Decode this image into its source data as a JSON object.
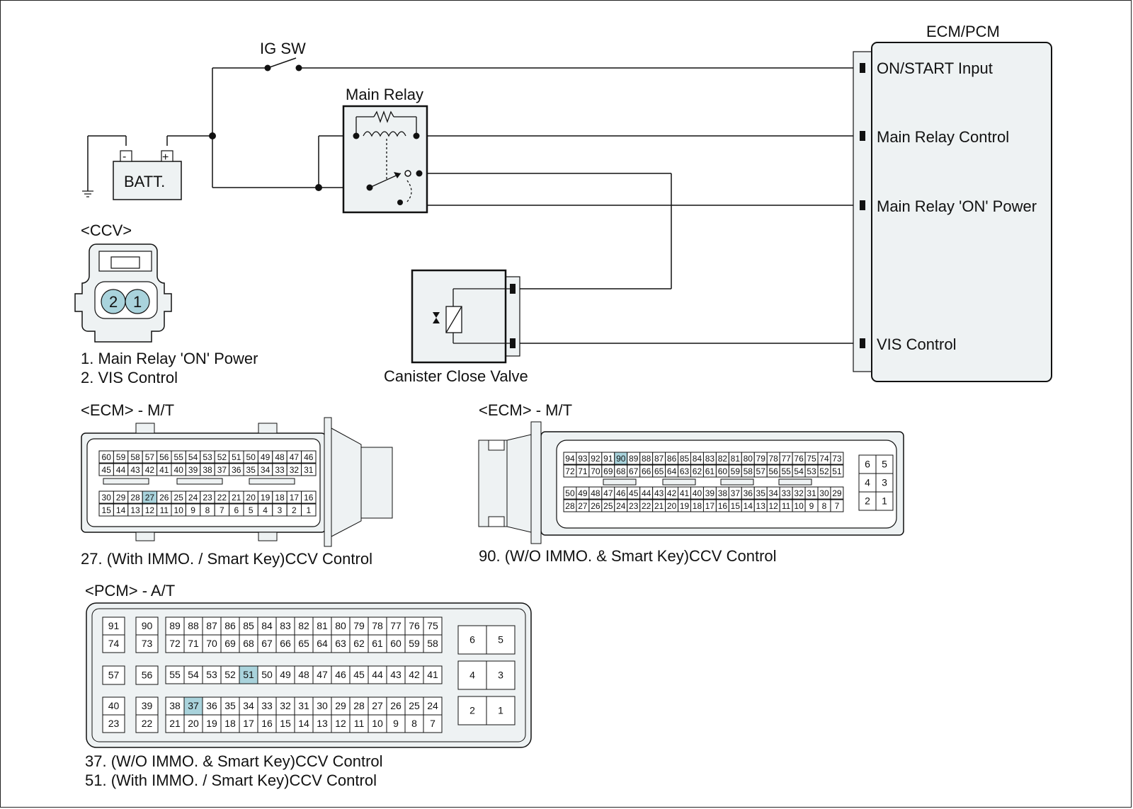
{
  "labels": {
    "ig_sw": "IG SW",
    "main_relay": "Main Relay",
    "batt": "BATT.",
    "batt_neg": "-",
    "batt_pos": "+",
    "ecm_pcm": "ECM/PCM",
    "on_start_input": "ON/START Input",
    "main_relay_control": "Main Relay Control",
    "main_relay_on_power": "Main Relay 'ON' Power",
    "vis_control": "VIS Control",
    "canister_close_valve": "Canister Close Valve"
  },
  "ccv_connector": {
    "title": "<CCV>",
    "pins": [
      "2",
      "1"
    ],
    "legend": [
      "1. Main Relay 'ON' Power",
      "2. VIS Control"
    ]
  },
  "ecm_mt_left": {
    "title": "<ECM> - M/T",
    "rows": [
      [
        "60",
        "59",
        "58",
        "57",
        "56",
        "55",
        "54",
        "53",
        "52",
        "51",
        "50",
        "49",
        "48",
        "47",
        "46"
      ],
      [
        "45",
        "44",
        "43",
        "42",
        "41",
        "40",
        "39",
        "38",
        "37",
        "36",
        "35",
        "34",
        "33",
        "32",
        "31"
      ],
      [
        "30",
        "29",
        "28",
        "27",
        "26",
        "25",
        "24",
        "23",
        "22",
        "21",
        "20",
        "19",
        "18",
        "17",
        "16"
      ],
      [
        "15",
        "14",
        "13",
        "12",
        "11",
        "10",
        "9",
        "8",
        "7",
        "6",
        "5",
        "4",
        "3",
        "2",
        "1"
      ]
    ],
    "highlight": "27",
    "note": "27. (With IMMO. / Smart Key)CCV Control"
  },
  "ecm_mt_right": {
    "title": "<ECM> - M/T",
    "rows": [
      [
        "94",
        "93",
        "92",
        "91",
        "90",
        "89",
        "88",
        "87",
        "86",
        "85",
        "84",
        "83",
        "82",
        "81",
        "80",
        "79",
        "78",
        "77",
        "76",
        "75",
        "74",
        "73"
      ],
      [
        "72",
        "71",
        "70",
        "69",
        "68",
        "67",
        "66",
        "65",
        "64",
        "63",
        "62",
        "61",
        "60",
        "59",
        "58",
        "57",
        "56",
        "55",
        "54",
        "53",
        "52",
        "51"
      ],
      [
        "50",
        "49",
        "48",
        "47",
        "46",
        "45",
        "44",
        "43",
        "42",
        "41",
        "40",
        "39",
        "38",
        "37",
        "36",
        "35",
        "34",
        "33",
        "32",
        "31",
        "30",
        "29"
      ],
      [
        "28",
        "27",
        "26",
        "25",
        "24",
        "23",
        "22",
        "21",
        "20",
        "19",
        "18",
        "17",
        "16",
        "15",
        "14",
        "13",
        "12",
        "11",
        "10",
        "9",
        "8",
        "7"
      ]
    ],
    "side_pins": [
      [
        "6",
        "5"
      ],
      [
        "4",
        "3"
      ],
      [
        "2",
        "1"
      ]
    ],
    "highlight": "90",
    "note": "90. (W/O IMMO. & Smart Key)CCV Control"
  },
  "pcm_at": {
    "title": "<PCM> - A/T",
    "left_pairs": [
      [
        "91",
        "74"
      ],
      [
        "90",
        "73"
      ],
      [
        "57"
      ],
      [
        "56"
      ],
      [
        "40",
        "23"
      ],
      [
        "39",
        "22"
      ]
    ],
    "row1": [
      "89",
      "88",
      "87",
      "86",
      "85",
      "84",
      "83",
      "82",
      "81",
      "80",
      "79",
      "78",
      "77",
      "76",
      "75"
    ],
    "row2": [
      "72",
      "71",
      "70",
      "69",
      "68",
      "67",
      "66",
      "65",
      "64",
      "63",
      "62",
      "61",
      "60",
      "59",
      "58"
    ],
    "row3": [
      "55",
      "54",
      "53",
      "52",
      "51",
      "50",
      "49",
      "48",
      "47",
      "46",
      "45",
      "44",
      "43",
      "42",
      "41"
    ],
    "row4": [
      "38",
      "37",
      "36",
      "35",
      "34",
      "33",
      "32",
      "31",
      "30",
      "29",
      "28",
      "27",
      "26",
      "25",
      "24"
    ],
    "row5": [
      "21",
      "20",
      "19",
      "18",
      "17",
      "16",
      "15",
      "14",
      "13",
      "12",
      "11",
      "10",
      "9",
      "8",
      "7"
    ],
    "side_pins": [
      [
        "6",
        "5"
      ],
      [
        "4",
        "3"
      ],
      [
        "2",
        "1"
      ]
    ],
    "highlight": [
      "37",
      "51"
    ],
    "notes": [
      "37. (W/O IMMO. & Smart Key)CCV Control",
      "51. (With IMMO. / Smart Key)CCV Control"
    ]
  },
  "colors": {
    "highlight": "#a9d3dc",
    "wire": "#111111",
    "fill": "#eef2f3"
  }
}
